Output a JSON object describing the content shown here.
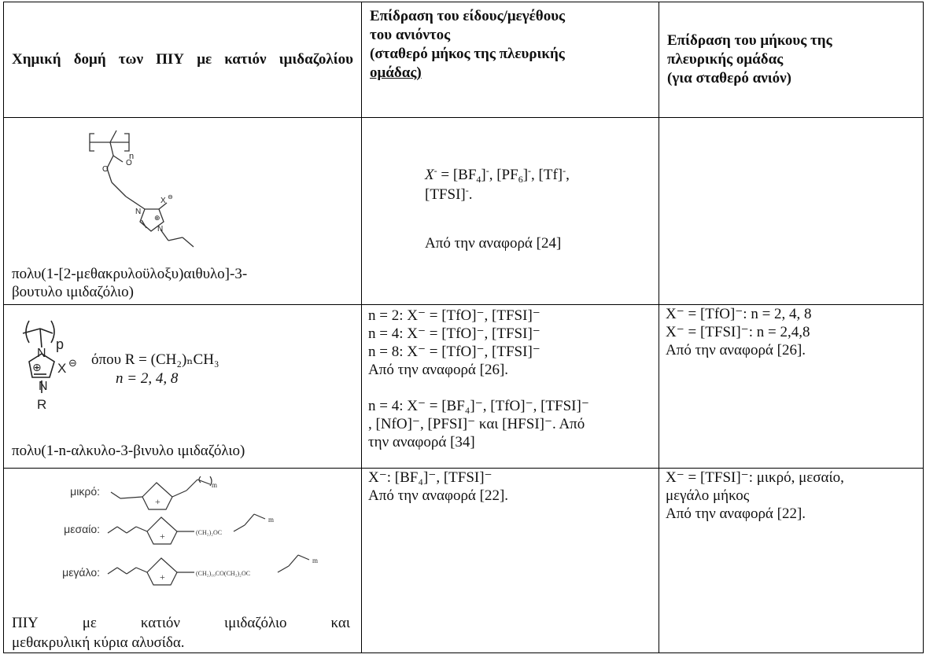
{
  "header": {
    "col1": "Χημική δομή των ΠΙΥ με κατιόν ιμιδαζολίου",
    "col2_line1": "Επίδραση του είδους/μεγέθους",
    "col2_line2": "του ανιόντος",
    "col2_line3": "(σταθερό μήκος της πλευρικής",
    "col2_line4": "ομάδας)",
    "col3_line1": "Επίδραση του μήκους της",
    "col3_line2": "πλευρικής ομάδας",
    "col3_line3": "(για σταθερό ανιόν)"
  },
  "rows": [
    {
      "name_line1": "πολυ(1-[2-μεθακρυλοϋλοξυ)αιθυλο]-3-",
      "name_line2": "βουτυλο ιμιδαζόλιο)",
      "anion_ref": "Από την αναφορά [24]",
      "length_effect": ""
    },
    {
      "where_text": "όπου R = (CH₂)ₙCH₃",
      "n_values": "n = 2, 4, 8",
      "name": "πολυ(1-n-αλκυλο-3-βινυλο ιμιδαζόλιο)",
      "anion_lines": [
        "n = 2: X⁻ = [TfO]⁻, [TFSI]⁻",
        "n = 4: X⁻ = [TfO]⁻, [TFSI]⁻",
        "n = 8: X⁻ = [TfO]⁻, [TFSI]⁻",
        "Από την αναφορά [26]."
      ],
      "anion_extra_line1": "n = 4: X⁻ = [BF₄]⁻, [TfO]⁻, [TFSI]⁻",
      "anion_extra_line2": ", [NfO]⁻, [PFSI]⁻ και [HFSI]⁻. Από",
      "anion_extra_line3": "την αναφορά [34]",
      "length_lines": [
        "X⁻ = [TfO]⁻: n = 2, 4, 8",
        "X⁻ = [TFSI]⁻: n = 2,4,8",
        "Από την αναφορά [26]."
      ]
    },
    {
      "labels": [
        "μικρό:",
        "μεσαίο:",
        "μεγάλο:"
      ],
      "name_line1_words": [
        "ΠΙΥ",
        "με",
        "κατιόν",
        "ιμιδαζόλιο",
        "και"
      ],
      "name_line2": "μεθακρυλική κύρια αλυσίδα.",
      "anion_line1": "X⁻: [BF₄]⁻, [TFSI]⁻",
      "anion_line2": "Από την αναφορά [22].",
      "length_line1": "X⁻ = [TFSI]⁻: μικρό, μεσαίο,",
      "length_line2": "μεγάλο μήκος",
      "length_line3": "Από την αναφορά [22]."
    }
  ]
}
